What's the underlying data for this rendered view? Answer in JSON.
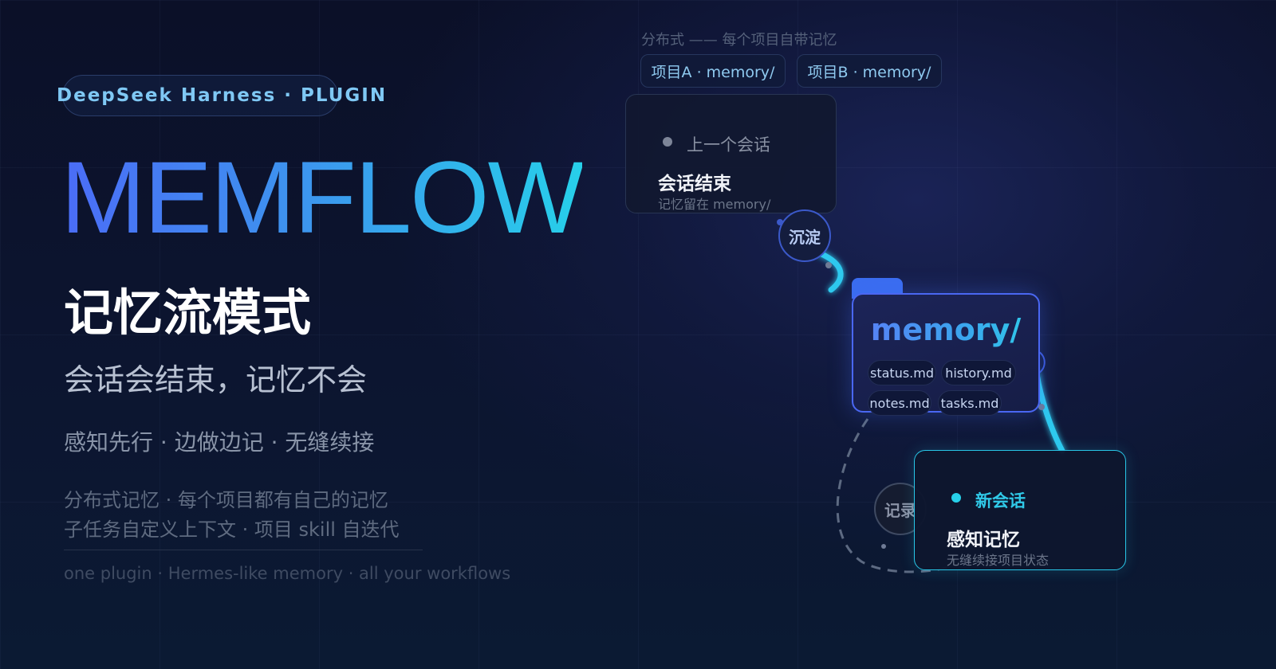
{
  "brand": {
    "plugin_label": "DeepSeek Harness · PLUGIN",
    "title": "MEMFLOW",
    "subtitle_cn": "记忆流模式",
    "tagline": "会话会结束，记忆不会",
    "features": "感知先行 · 边做边记 · 无缝续接",
    "description_lines": [
      "分布式记忆 · 每个项目都有自己的记忆",
      "子任务自定义上下文 · 项目 skill 自迭代"
    ],
    "footer": "one plugin · Hermes-like memory · all your workflows"
  },
  "diagram": {
    "distributed_label": "分布式 —— 每个项目自带记忆",
    "project_chips": [
      "项目A · memory/",
      "项目B · memory/"
    ],
    "previous_session": {
      "label": "上一个会话",
      "title": "会话结束",
      "subtitle": "记忆留在 memory/"
    },
    "settle_badge": "沉淀",
    "memory_folder": {
      "title": "memory/",
      "files": [
        "status.md",
        "history.md",
        "notes.md",
        "tasks.md"
      ]
    },
    "record_badge": "记录",
    "new_session": {
      "label": "新会话",
      "title": "感知记忆",
      "subtitle": "无缝续接项目状态"
    }
  },
  "colors": {
    "accent_blue": "#4b6cf7",
    "accent_cyan": "#27d0ea",
    "background": "#0b1028"
  }
}
